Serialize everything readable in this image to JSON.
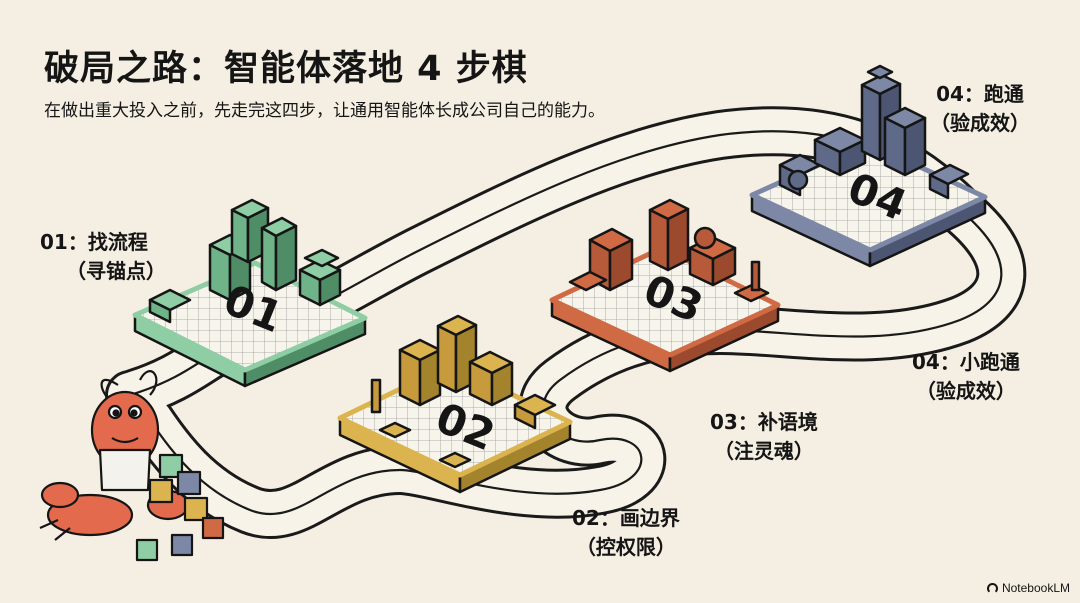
{
  "header": {
    "title": "破局之路：智能体落地 4 步棋",
    "subtitle": "在做出重大投入之前，先走完这四步，让通用智能体长成公司自己的能力。"
  },
  "steps": [
    {
      "number": "01",
      "label": "01：找流程",
      "sub": "（寻锚点）",
      "color": "#8fcda4"
    },
    {
      "number": "02",
      "label": "02：画边界",
      "sub": "（控权限）",
      "color": "#dcb44f"
    },
    {
      "number": "03",
      "label": "03：补语境",
      "sub": "（注灵魂）",
      "color": "#cf6a45"
    },
    {
      "number": "04",
      "label": "04：跑通",
      "sub": "（验成效）",
      "color": "#7c88a5"
    }
  ],
  "extra_label": {
    "label": "04：小跑通",
    "sub": "（验成效）"
  },
  "brand": {
    "name": "NotebookLM"
  }
}
